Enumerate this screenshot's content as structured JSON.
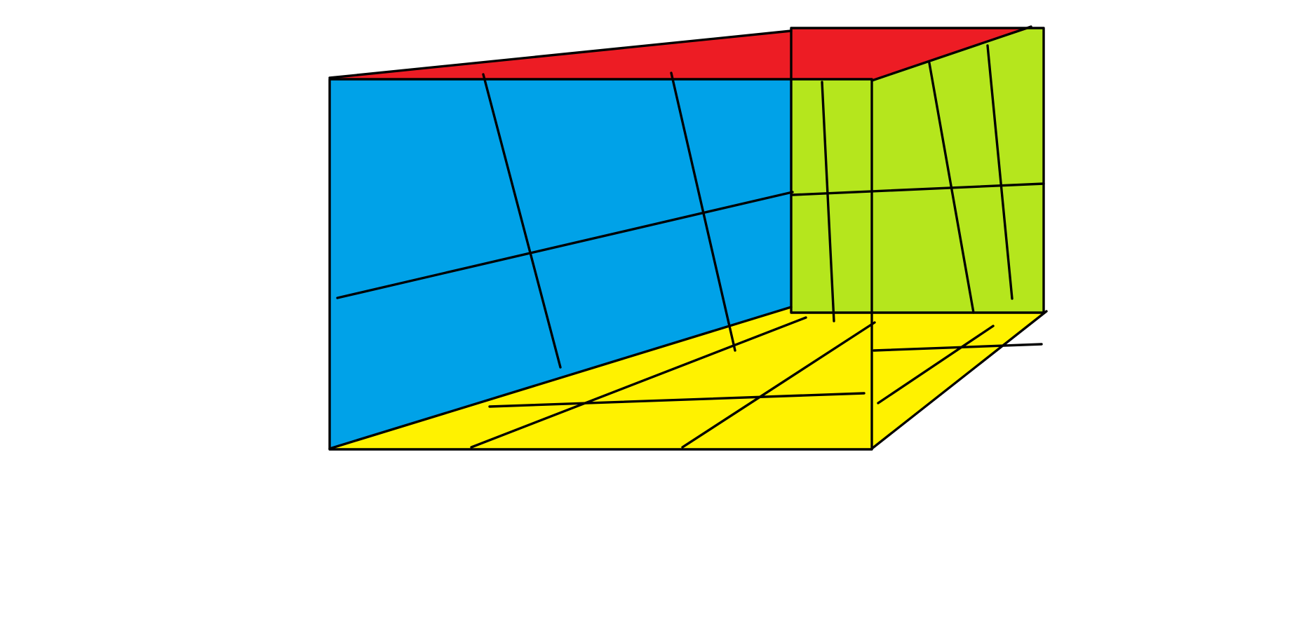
{
  "drawing": {
    "description_colors": {
      "background": "#ffffff",
      "top_face": "#ed1c24",
      "left_wall": "#00a2e8",
      "right_wall": "#b5e61d",
      "floor": "#fff200",
      "outline": "#000000"
    },
    "faces": [
      "top-face",
      "left-wall-face",
      "right-wall-face",
      "floor-face"
    ]
  }
}
